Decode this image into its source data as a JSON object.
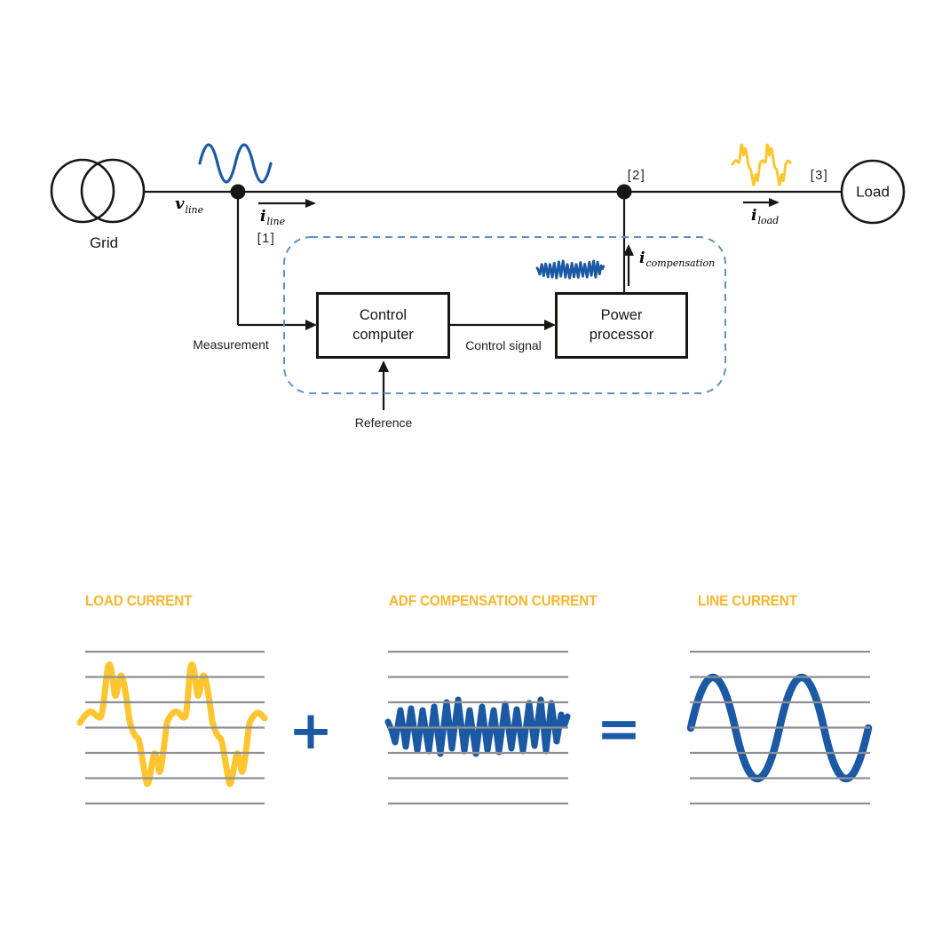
{
  "colors": {
    "blue": "#1c59a5",
    "dashed_blue": "#5c92cc",
    "yellow": "#fdc52f",
    "title_yellow": "#f8b62e",
    "ink": "#1d1d1b",
    "grid_gray": "#8f9094"
  },
  "diagram": {
    "grid_label": "Grid",
    "load_label": "Load",
    "control_box": {
      "lines": [
        "Control",
        "computer"
      ]
    },
    "power_box": {
      "lines": [
        "Power",
        "processor"
      ]
    },
    "labels": {
      "v_line": {
        "base": "v",
        "sub": "line"
      },
      "i_line": {
        "base": "i",
        "sub": "line"
      },
      "i_load": {
        "base": "i",
        "sub": "load"
      },
      "i_compensation": {
        "base": "i",
        "sub": "compensation"
      },
      "node1": "[1]",
      "node2": "[2]",
      "node3": "[3]",
      "measurement": "Measurement",
      "control_signal": "Control signal",
      "reference": "Reference"
    },
    "waveform_icons": {
      "line_voltage": "smooth-sine-blue",
      "load_current": "distorted-sine-yellow",
      "compensation_current": "high-frequency-zigzag-blue"
    }
  },
  "panels": {
    "load_current": {
      "title": "LOAD CURRENT",
      "waveform": "distorted-sine-yellow",
      "gridlines": 7
    },
    "adf_compensation": {
      "title": "ADF COMPENSATION CURRENT",
      "waveform": "high-frequency-zigzag-blue",
      "gridlines": 7
    },
    "line_current": {
      "title": "LINE CURRENT",
      "waveform": "smooth-sine-blue",
      "gridlines": 7
    },
    "plus_operator": "+",
    "equals_operator": "="
  }
}
